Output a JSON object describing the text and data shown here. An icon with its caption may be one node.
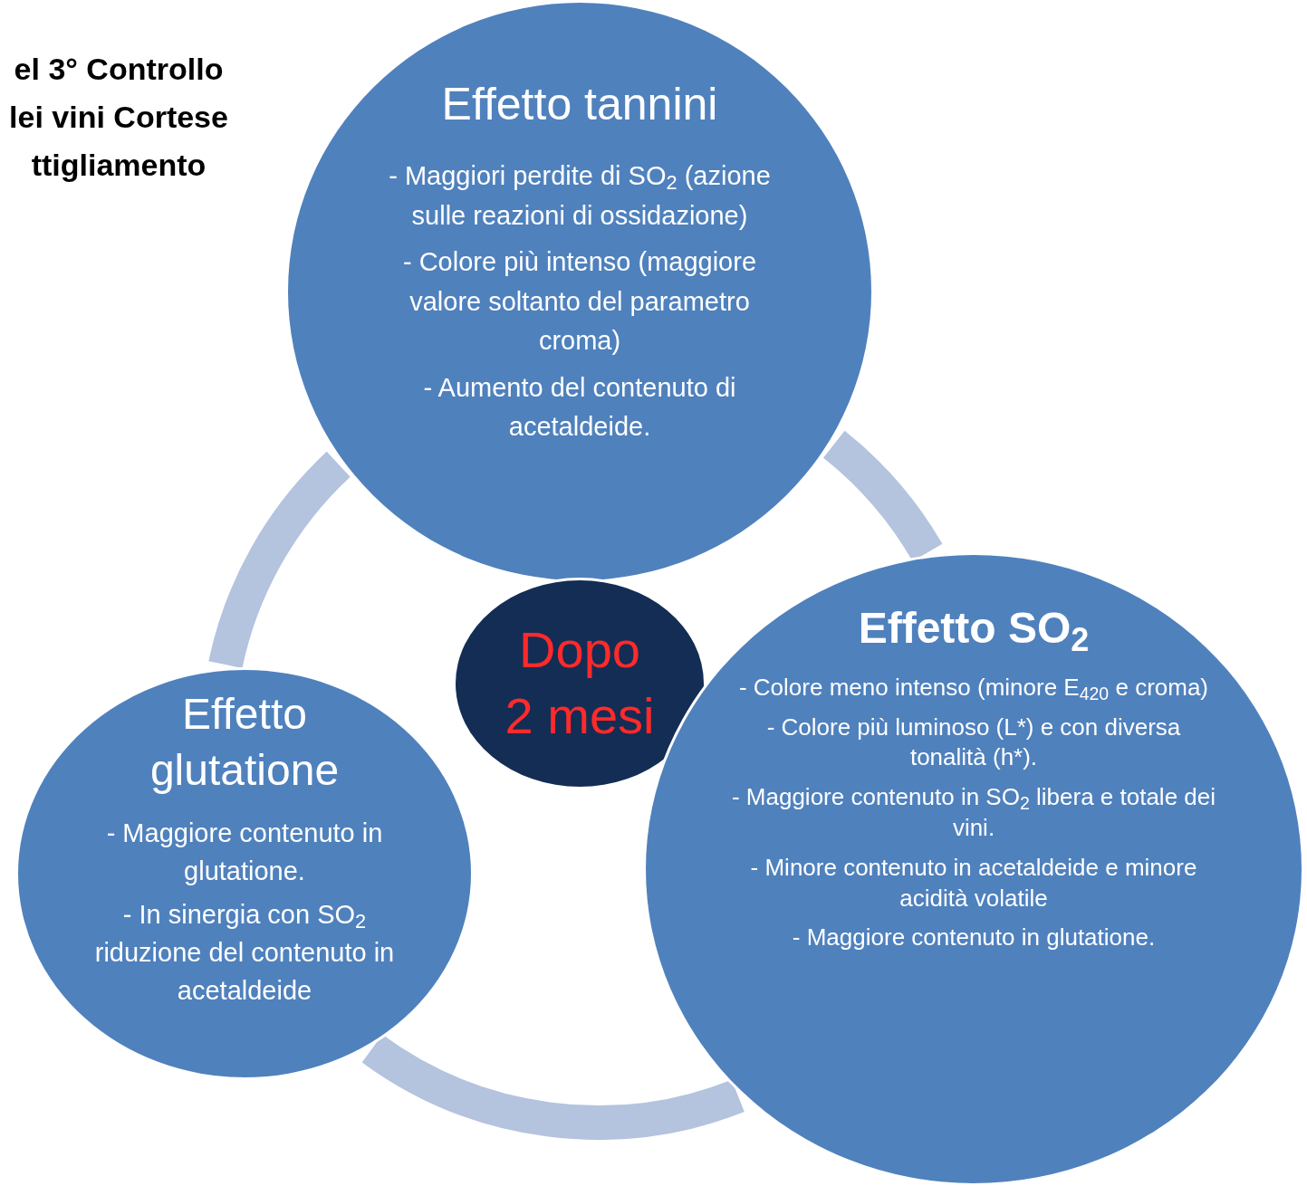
{
  "diagram": {
    "nodes": [
      {
        "text": [
          "Effetto tannini",
          "- Maggiori perdite di SO$_{2}$ (azione sulle reazioni di ossidazione)",
          "- Colore più intenso (maggiore  valore soltanto del parametro croma)",
          "- Aumento del contenuto di acetaldeide."
        ]
      },
      {
        "text": [
          "Dopo 2 mesi"
        ]
      },
      {
        "text": [
          "Effetto SO$_{2}$",
          "- Colore meno intenso (minore E$_{420}$ e croma)",
          "- Colore più luminoso (L*) e con diversa tonalità (h*).",
          "- Maggiore contenuto in SO$_{2}$ libera e totale dei vini.",
          "- Minore contenuto in acetaldeide e minore acidità volatile",
          "- Maggiore contenuto in glutatione."
        ]
      },
      {
        "text": [
          "Effetto glutatione",
          "- Maggiore contenuto in glutatione.",
          "- In sinergia con SO$_{2}$ riduzione del contenuto in acetaldeide"
        ]
      }
    ],
    "edges": [
      {
        "from": 0,
        "to": 2,
        "arrow": "none"
      },
      {
        "from": 2,
        "to": 3,
        "arrow": "none"
      },
      {
        "from": 3,
        "to": 0,
        "arrow": "none"
      }
    ],
    "labels": [
      "el 3° Controllo",
      "lei vini Cortese",
      "ttigliamento"
    ]
  }
}
